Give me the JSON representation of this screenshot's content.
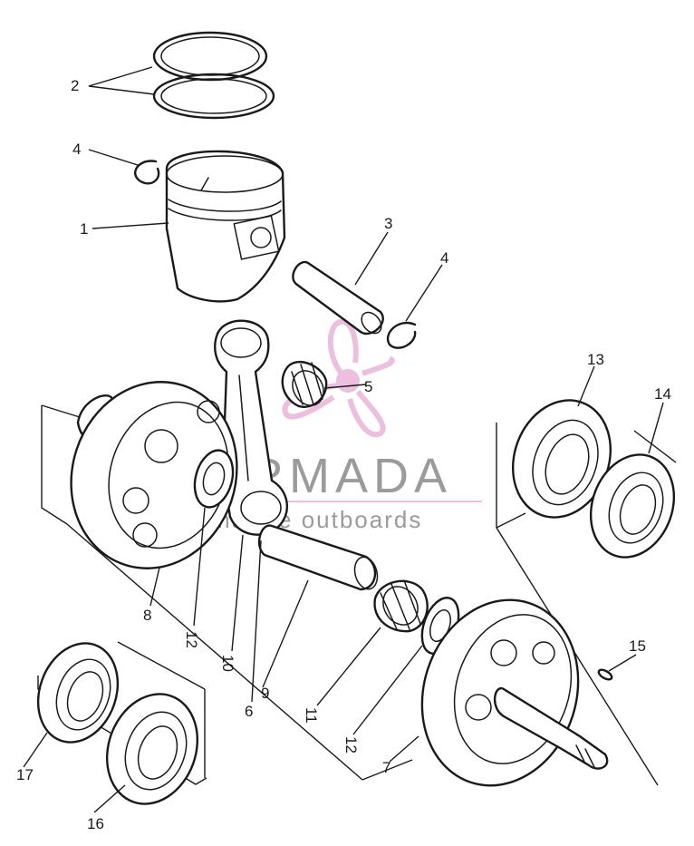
{
  "callouts": {
    "c1": "1",
    "c2": "2",
    "c3": "3",
    "c4a": "4",
    "c4b": "4",
    "c5": "5",
    "c6": "6",
    "c7": "7",
    "c8": "8",
    "c9": "9",
    "c10": "10",
    "c11": "11",
    "c12a": "12",
    "c12b": "12",
    "c13": "13",
    "c14": "14",
    "c15": "15",
    "c16": "16",
    "c17": "17"
  },
  "watermark": {
    "brand": "ARMADA",
    "tagline": "marine outboards",
    "color_logo": "#e8b4d8",
    "color_text": "#8a8a8a"
  }
}
